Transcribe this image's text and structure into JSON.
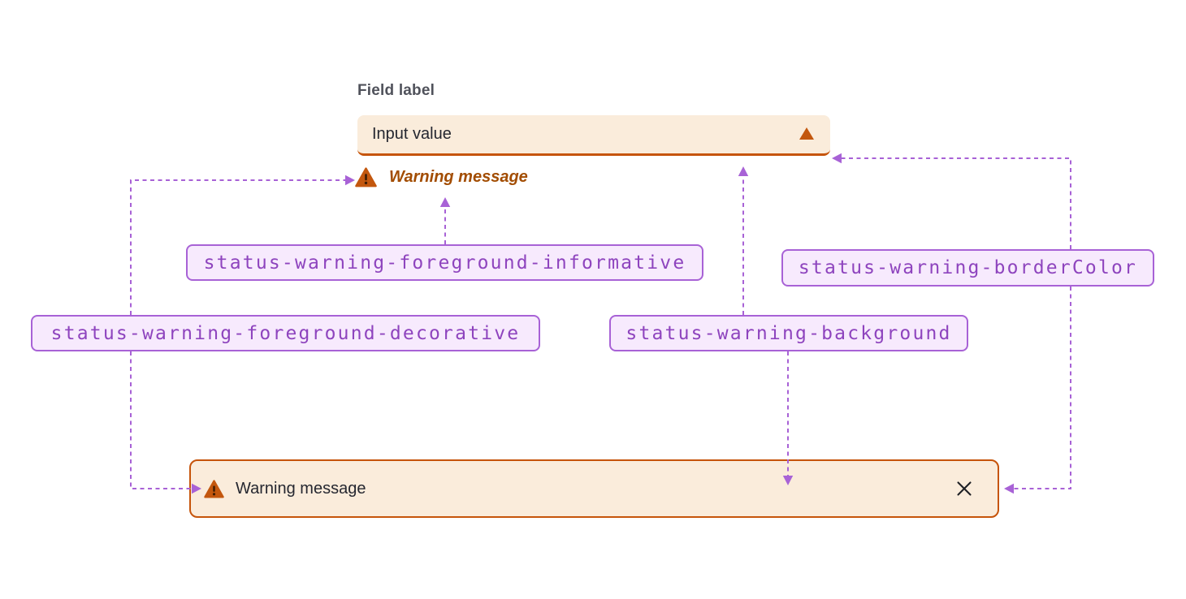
{
  "field": {
    "label": "Field label",
    "value": "Input value"
  },
  "inline_warning": {
    "message": "Warning message"
  },
  "tokens": [
    {
      "name": "status-warning-foreground-informative"
    },
    {
      "name": "status-warning-borderColor"
    },
    {
      "name": "status-warning-foreground-decorative"
    },
    {
      "name": "status-warning-background"
    }
  ],
  "banner": {
    "message": "Warning message"
  },
  "icons": {
    "input_status": "warning-triangle-solid",
    "inline_warning": "warning-triangle-exclamation",
    "banner_warning": "warning-triangle-exclamation",
    "close": "✕"
  },
  "colors": {
    "status_warning_background": "#FAECDB",
    "status_warning_border_color": "#C6540A",
    "status_warning_foreground_decorative": "#C3570E",
    "status_warning_foreground_informative": "#A24C00",
    "token_pill_background": "#F7EAFD",
    "token_pill_border": "#A862D6",
    "token_pill_text": "#8E44BE",
    "arrow": "#A862D6",
    "field_label_text": "#50525B",
    "body_text": "#252730"
  }
}
